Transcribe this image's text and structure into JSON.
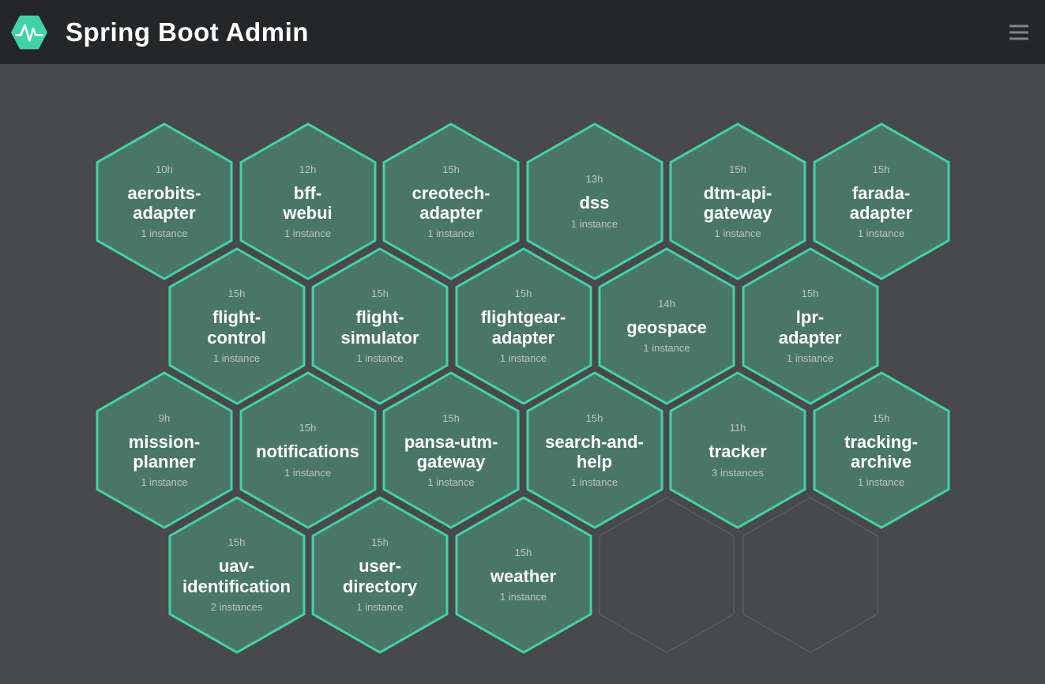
{
  "header": {
    "title": "Spring Boot Admin"
  },
  "theme": {
    "topbar_bg": "#242627",
    "page_bg": "#47494a",
    "accent_green": "#42d3a5",
    "hex_fill": "#4a7668",
    "hex_border": "#42d3a5",
    "empty_hex_border": "#5c5f60",
    "name_color": "#ffffff",
    "meta_color": "#bcc6c1"
  },
  "wallboard": {
    "rows": [
      {
        "cells": [
          {
            "name": "aerobits-adapter",
            "name_lines": [
              "aerobits-",
              "adapter"
            ],
            "uptime": "10h",
            "instances": "1 instance"
          },
          {
            "name": "bff-webui",
            "name_lines": [
              "bff-",
              "webui"
            ],
            "uptime": "12h",
            "instances": "1 instance"
          },
          {
            "name": "creotech-adapter",
            "name_lines": [
              "creotech-",
              "adapter"
            ],
            "uptime": "15h",
            "instances": "1 instance"
          },
          {
            "name": "dss",
            "name_lines": [
              "dss"
            ],
            "uptime": "13h",
            "instances": "1 instance"
          },
          {
            "name": "dtm-api-gateway",
            "name_lines": [
              "dtm-api-",
              "gateway"
            ],
            "uptime": "15h",
            "instances": "1 instance"
          },
          {
            "name": "farada-adapter",
            "name_lines": [
              "farada-",
              "adapter"
            ],
            "uptime": "15h",
            "instances": "1 instance"
          }
        ]
      },
      {
        "cells": [
          {
            "name": "flight-control",
            "name_lines": [
              "flight-",
              "control"
            ],
            "uptime": "15h",
            "instances": "1 instance"
          },
          {
            "name": "flight-simulator",
            "name_lines": [
              "flight-",
              "simulator"
            ],
            "uptime": "15h",
            "instances": "1 instance"
          },
          {
            "name": "flightgear-adapter",
            "name_lines": [
              "flightgear-",
              "adapter"
            ],
            "uptime": "15h",
            "instances": "1 instance"
          },
          {
            "name": "geospace",
            "name_lines": [
              "geospace"
            ],
            "uptime": "14h",
            "instances": "1 instance"
          },
          {
            "name": "lpr-adapter",
            "name_lines": [
              "lpr-",
              "adapter"
            ],
            "uptime": "15h",
            "instances": "1 instance"
          }
        ]
      },
      {
        "cells": [
          {
            "name": "mission-planner",
            "name_lines": [
              "mission-",
              "planner"
            ],
            "uptime": "9h",
            "instances": "1 instance"
          },
          {
            "name": "notifications",
            "name_lines": [
              "notifications"
            ],
            "uptime": "15h",
            "instances": "1 instance"
          },
          {
            "name": "pansa-utm-gateway",
            "name_lines": [
              "pansa-utm-",
              "gateway"
            ],
            "uptime": "15h",
            "instances": "1 instance"
          },
          {
            "name": "search-and-help",
            "name_lines": [
              "search-and-",
              "help"
            ],
            "uptime": "15h",
            "instances": "1 instance"
          },
          {
            "name": "tracker",
            "name_lines": [
              "tracker"
            ],
            "uptime": "11h",
            "instances": "3 instances"
          },
          {
            "name": "tracking-archive",
            "name_lines": [
              "tracking-",
              "archive"
            ],
            "uptime": "15h",
            "instances": "1 instance"
          }
        ]
      },
      {
        "cells": [
          {
            "name": "uav-identification",
            "name_lines": [
              "uav-",
              "identification"
            ],
            "uptime": "15h",
            "instances": "2 instances"
          },
          {
            "name": "user-directory",
            "name_lines": [
              "user-",
              "directory"
            ],
            "uptime": "15h",
            "instances": "1 instance"
          },
          {
            "name": "weather",
            "name_lines": [
              "weather"
            ],
            "uptime": "15h",
            "instances": "1 instance"
          },
          {
            "empty": true
          },
          {
            "empty": true
          }
        ]
      }
    ]
  }
}
